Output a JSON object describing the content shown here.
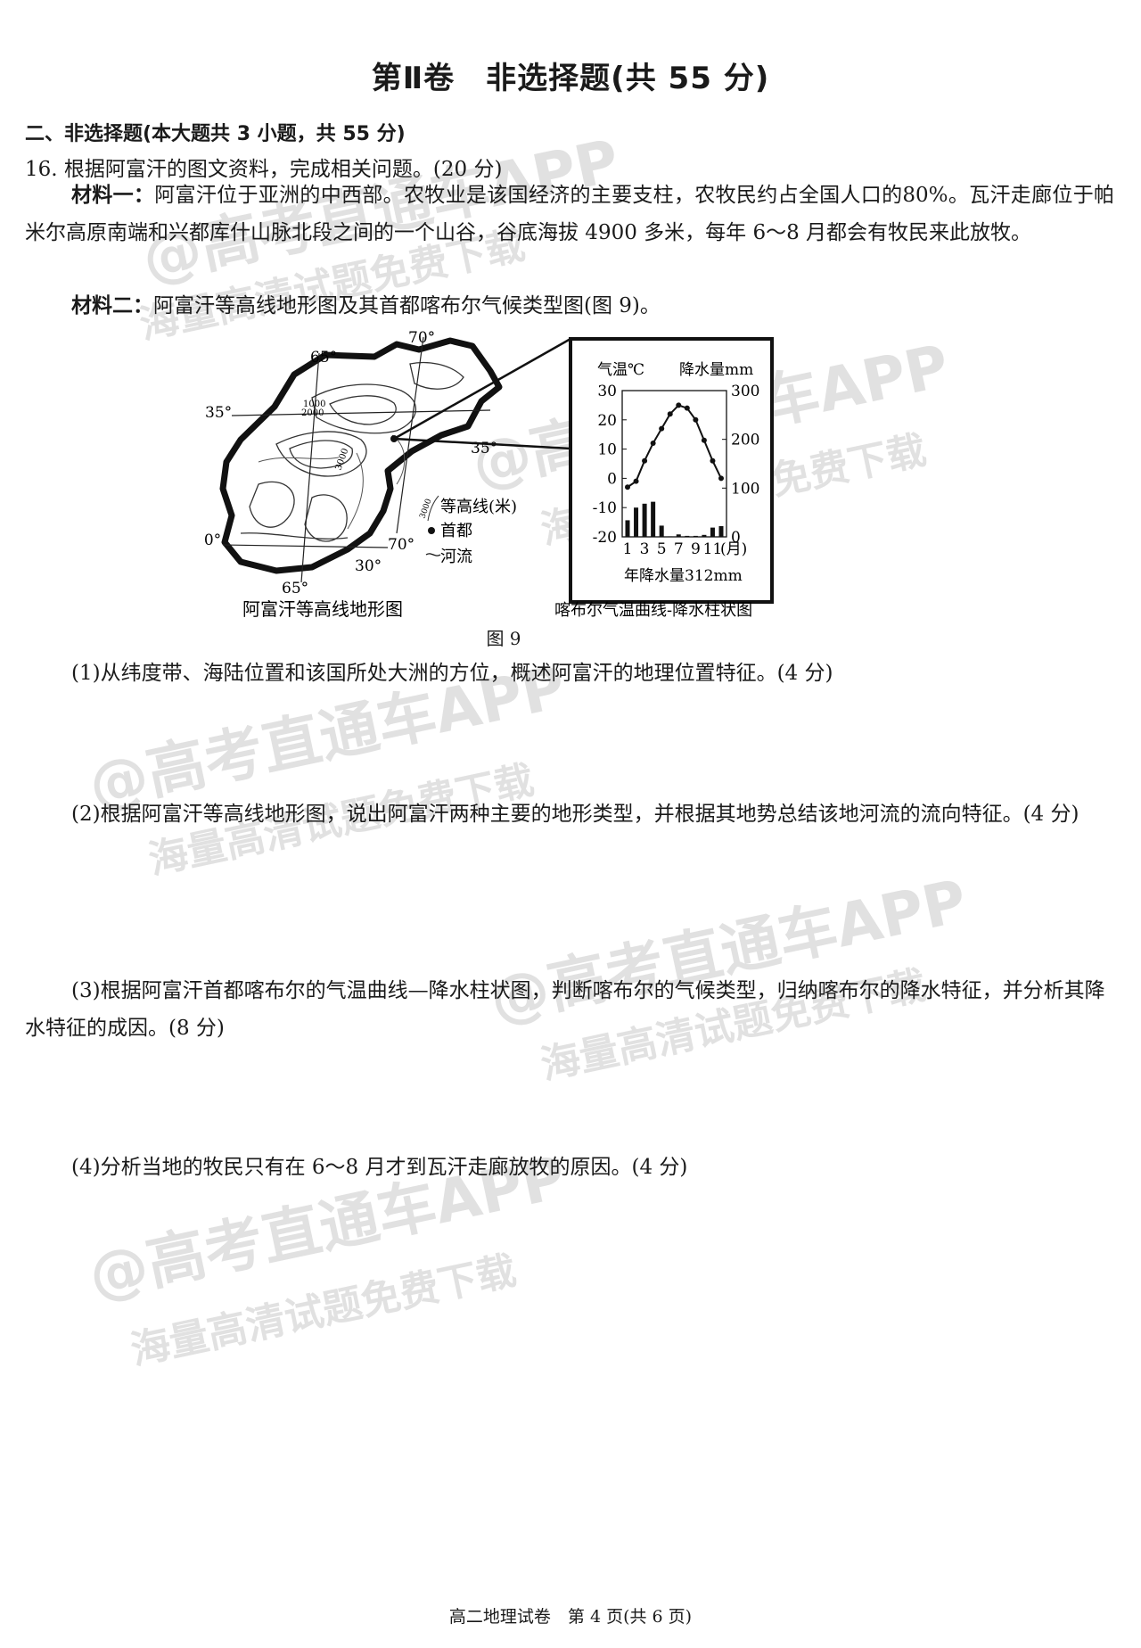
{
  "page": {
    "part_title": "第Ⅱ卷　非选择题(共 55 分)",
    "section_heading": "二、非选择题(本大题共 3 小题，共 55 分)",
    "question_stem": "16. 根据阿富汗的图文资料，完成相关问题。(20 分)",
    "material_1_label": "材料一：",
    "material_1_text": "阿富汗位于亚洲的中西部。农牧业是该国经济的主要支柱，农牧民约占全国人口的80%。瓦汗走廊位于帕米尔高原南端和兴都库什山脉北段之间的一个山谷，谷底海拔 4900 多米，每年 6～8 月都会有牧民来此放牧。",
    "material_2_label": "材料二：",
    "material_2_text": "阿富汗等高线地形图及其首都喀布尔气候类型图(图 9)。",
    "q1": "(1)从纬度带、海陆位置和该国所处大洲的方位，概述阿富汗的地理位置特征。(4 分)",
    "q2": "(2)根据阿富汗等高线地形图，说出阿富汗两种主要的地形类型，并根据其地势总结该地河流的流向特征。(4 分)",
    "q3": "(3)根据阿富汗首都喀布尔的气温曲线—降水柱状图，判断喀布尔的气候类型，归纳喀布尔的降水特征，并分析其降水特征的成因。(8 分)",
    "q4": "(4)分析当地的牧民只有在 6～8 月才到瓦汗走廊放牧的原因。(4 分)",
    "footer": "高二地理试卷　第 4 页(共 6 页)"
  },
  "map": {
    "caption": "阿富汗等高线地形图",
    "lon_labels": [
      "65°",
      "70°",
      "65°",
      "70°"
    ],
    "lat_labels": [
      "35°",
      "35°",
      "30°",
      "30°"
    ],
    "contour_labels": [
      "1000",
      "2000",
      "3000"
    ],
    "legend_contour_value": "3000",
    "legend_contour": "等高线(米)",
    "legend_capital": "首都",
    "legend_river": "河流"
  },
  "figure_label": "图 9",
  "chart_data": {
    "type": "line+bar",
    "caption": "喀布尔气温曲线-降水柱状图",
    "temp_axis_label": "气温℃",
    "precip_axis_label": "降水量mm",
    "temp_ticks": [
      "30",
      "20",
      "10",
      "0",
      "-10",
      "-20"
    ],
    "precip_ticks": [
      "300",
      "200",
      "100",
      "0"
    ],
    "month_ticks": [
      "1",
      "3",
      "5",
      "7",
      "9",
      "11"
    ],
    "month_unit": "(月)",
    "annual_precip_note": "年降水量312mm",
    "ylim_temp": [
      -20,
      30
    ],
    "ylim_precip": [
      0,
      300
    ],
    "months": [
      1,
      2,
      3,
      4,
      5,
      6,
      7,
      8,
      9,
      10,
      11,
      12
    ],
    "temperature_c": [
      -3,
      -1,
      6,
      12,
      17,
      22,
      25,
      24,
      20,
      13,
      6,
      0
    ],
    "precipitation_mm": [
      34,
      60,
      68,
      72,
      23,
      1,
      5,
      2,
      2,
      4,
      19,
      22
    ]
  },
  "watermark": {
    "line1": "@高考直通车APP",
    "line2": "海量高清试题免费下载"
  }
}
